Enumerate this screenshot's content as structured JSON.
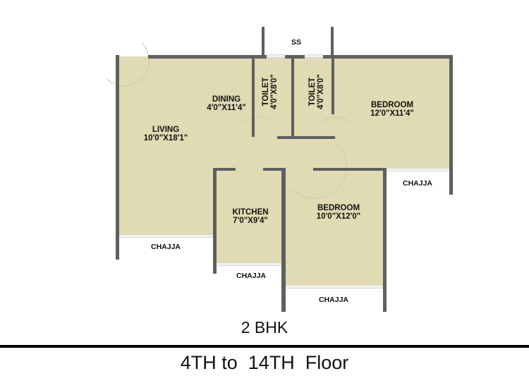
{
  "plan": {
    "type": "2 BHK",
    "floors": "4TH to  14TH  Floor",
    "colors": {
      "room_fill": "#e0dbb3",
      "wall": "#5f5f5f",
      "background": "#ffffff",
      "text": "#111111"
    },
    "rooms": [
      {
        "id": "living",
        "name": "LIVING",
        "size": "10'0\"X18'1\""
      },
      {
        "id": "dining",
        "name": "DINING",
        "size": "4'0\"X11'4\""
      },
      {
        "id": "toilet1",
        "name": "TOILET",
        "size": "4'0\"X8'0\""
      },
      {
        "id": "toilet2",
        "name": "TOILET",
        "size": "4'0\"X8'0\""
      },
      {
        "id": "bedroom1",
        "name": "BEDROOM",
        "size": "12'0\"X11'4\""
      },
      {
        "id": "kitchen",
        "name": "KITCHEN",
        "size": "7'0\"X9'4\""
      },
      {
        "id": "bedroom2",
        "name": "BEDROOM",
        "size": "10'0\"X12'0\""
      }
    ],
    "ss": "SS",
    "chajjas": [
      "CHAJJA",
      "CHAJJA",
      "CHAJJA",
      "CHAJJA"
    ]
  }
}
